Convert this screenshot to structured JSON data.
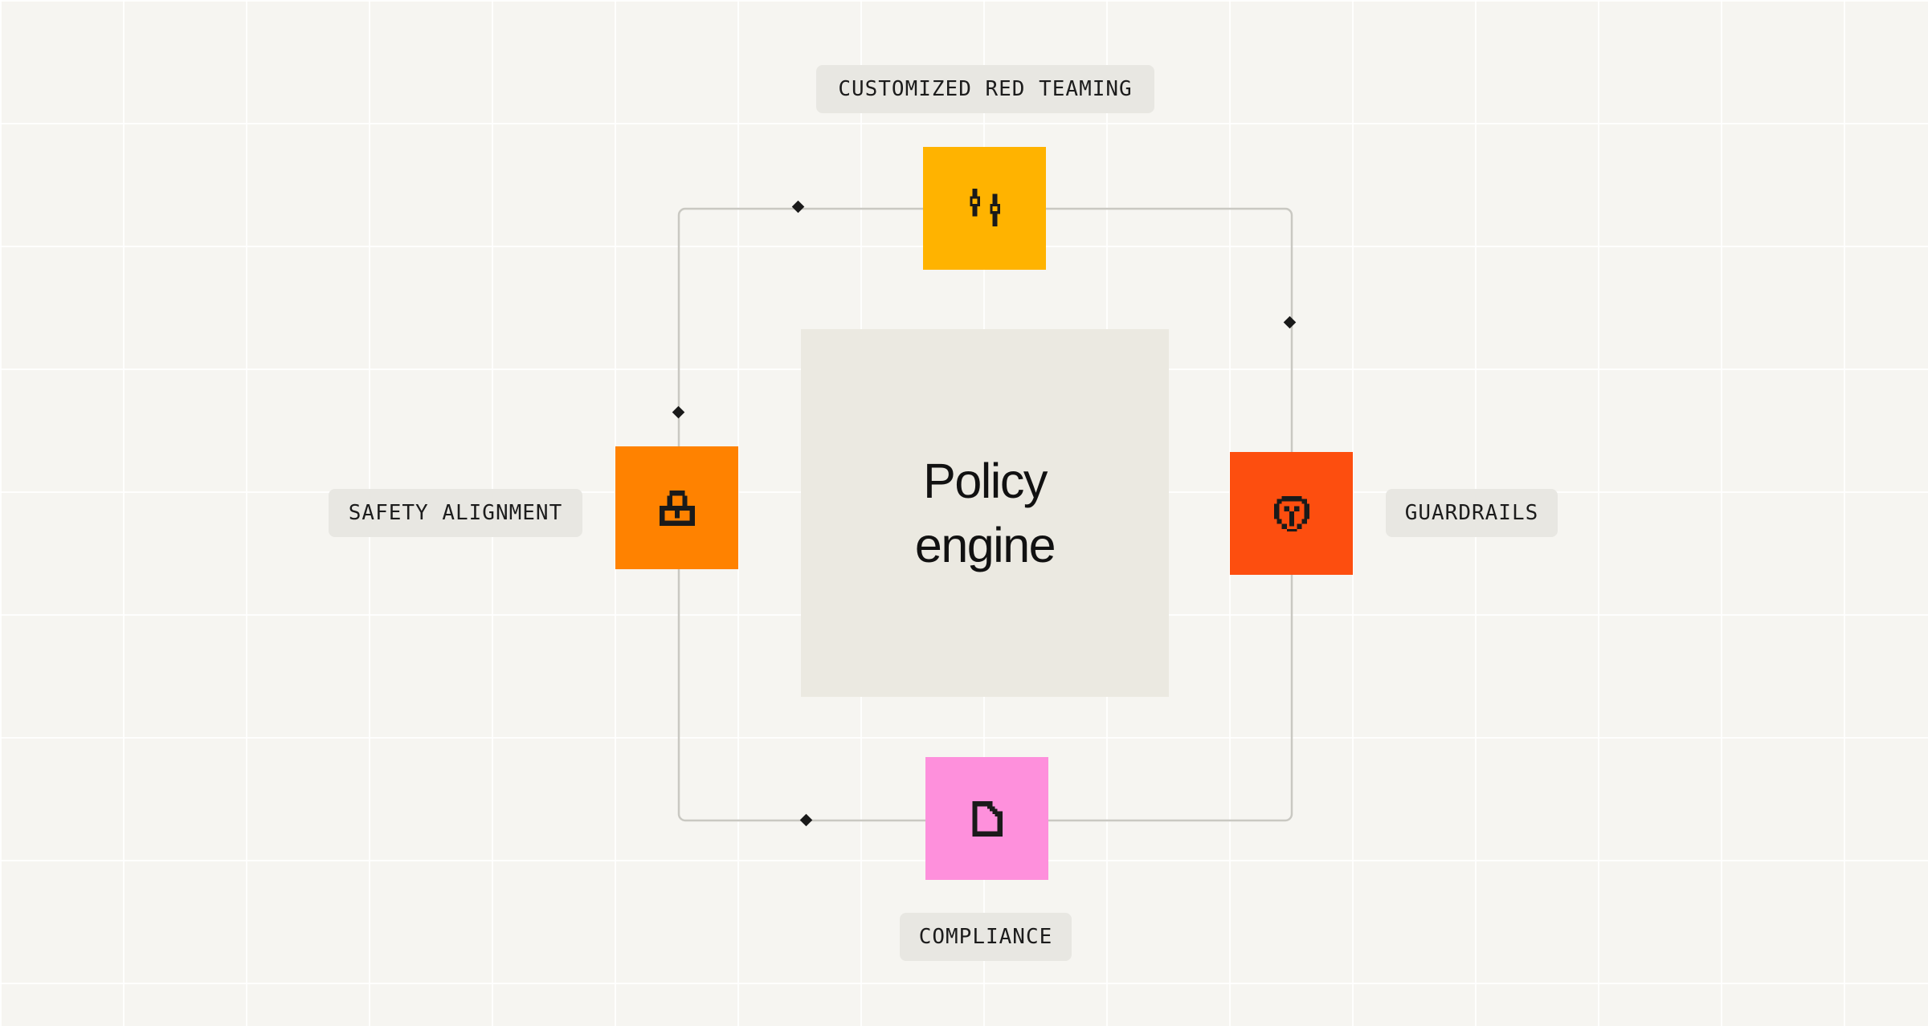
{
  "diagram": {
    "center": {
      "line1": "Policy",
      "line2": "engine",
      "color": "#ebe9e1"
    },
    "nodes": [
      {
        "id": "top",
        "label": "CUSTOMIZED RED TEAMING",
        "icon": "sliders-icon",
        "color": "#ffb300"
      },
      {
        "id": "left",
        "label": "SAFETY ALIGNMENT",
        "icon": "lock-icon",
        "color": "#ff8200"
      },
      {
        "id": "right",
        "label": "GUARDRAILS",
        "icon": "shield-icon",
        "color": "#fd4e0f"
      },
      {
        "id": "bottom",
        "label": "COMPLIANCE",
        "icon": "document-icon",
        "color": "#fe90dc"
      }
    ],
    "line_color": "#c9c8c2",
    "marker_color": "#1a1a1a",
    "label_bg": "#e8e7e2"
  }
}
